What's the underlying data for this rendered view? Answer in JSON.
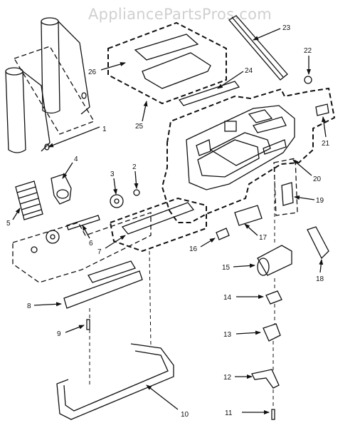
{
  "watermark": "AppliancePartsPros.com",
  "callouts": [
    {
      "id": "1",
      "label": "1"
    },
    {
      "id": "2",
      "label": "2"
    },
    {
      "id": "3",
      "label": "3"
    },
    {
      "id": "4",
      "label": "4"
    },
    {
      "id": "5",
      "label": "5"
    },
    {
      "id": "6",
      "label": "6"
    },
    {
      "id": "7",
      "label": "7"
    },
    {
      "id": "8",
      "label": "8"
    },
    {
      "id": "9",
      "label": "9"
    },
    {
      "id": "10",
      "label": "10"
    },
    {
      "id": "11",
      "label": "11"
    },
    {
      "id": "12",
      "label": "12"
    },
    {
      "id": "13",
      "label": "13"
    },
    {
      "id": "14",
      "label": "14"
    },
    {
      "id": "15",
      "label": "15"
    },
    {
      "id": "16",
      "label": "16"
    },
    {
      "id": "17",
      "label": "17"
    },
    {
      "id": "18",
      "label": "18"
    },
    {
      "id": "19",
      "label": "19"
    },
    {
      "id": "20",
      "label": "20"
    },
    {
      "id": "21",
      "label": "21"
    },
    {
      "id": "22",
      "label": "22"
    },
    {
      "id": "23",
      "label": "23"
    },
    {
      "id": "24",
      "label": "24"
    },
    {
      "id": "25",
      "label": "25"
    },
    {
      "id": "26",
      "label": "26"
    }
  ]
}
